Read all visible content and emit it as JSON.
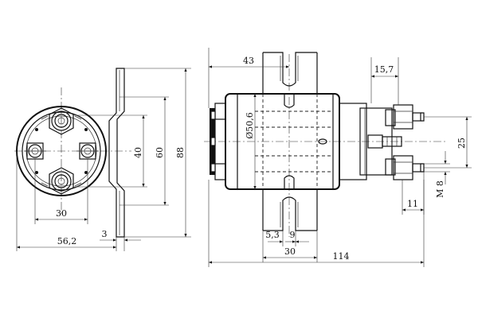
{
  "drawing": {
    "dimensions": {
      "d_88": "88",
      "d_60": "60",
      "d_40": "40",
      "d_30_front": "30",
      "d_56_2": "56,2",
      "d_3": "3",
      "d_43": "43",
      "d_15_7": "15,7",
      "d_dia_50_6": "Ø50,6",
      "d_25": "25",
      "d_m8": "M 8",
      "d_11": "11",
      "d_5_3": "5,3",
      "d_9": "9",
      "d_30_side": "30",
      "d_114": "114"
    }
  }
}
